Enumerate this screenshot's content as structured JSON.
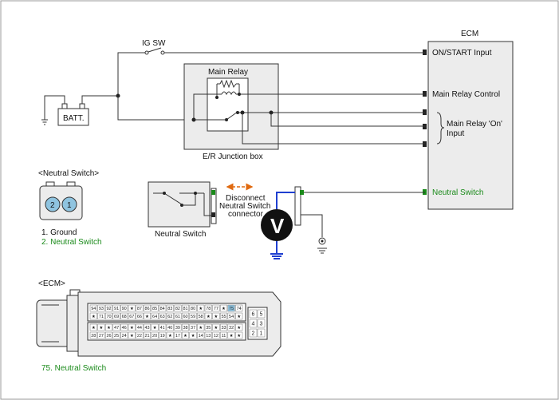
{
  "ecm_block": {
    "title": "ECM",
    "pins": [
      "ON/START Input",
      "Main Relay Control",
      "Main Relay 'On'",
      "Input",
      "Neutral Switch"
    ]
  },
  "ig_sw_label": "IG SW",
  "battery_label": "BATT.",
  "junction": {
    "relay_label": "Main Relay",
    "box_label": "E/R Junction box"
  },
  "neutral_switch_label": "Neutral Switch",
  "disconnect_label": [
    "Disconnect",
    "Neutral Switch",
    "connector"
  ],
  "voltmeter_symbol": "V",
  "neutral_connector": {
    "title": "<Neutral Switch>",
    "pin_numbers": [
      "2",
      "1"
    ],
    "legend": [
      "1. Ground",
      "2. Neutral Switch"
    ]
  },
  "ecm_connector": {
    "title": "<ECM>",
    "highlight_pin": "75",
    "legend": "75. Neutral Switch",
    "row1": [
      "94",
      "93",
      "92",
      "91",
      "90",
      "★",
      "87",
      "86",
      "85",
      "84",
      "83",
      "82",
      "81",
      "80",
      "★",
      "78",
      "77",
      "★",
      "75",
      "74"
    ],
    "row2": [
      "★",
      "71",
      "70",
      "69",
      "68",
      "67",
      "66",
      "★",
      "64",
      "63",
      "62",
      "61",
      "60",
      "59",
      "58",
      "★",
      "★",
      "55",
      "54",
      "★"
    ],
    "row3": [
      "★",
      "★",
      "★",
      "47",
      "46",
      "★",
      "44",
      "43",
      "★",
      "41",
      "40",
      "39",
      "38",
      "37",
      "★",
      "35",
      "★",
      "33",
      "32",
      "★"
    ],
    "row4": [
      "28",
      "27",
      "26",
      "25",
      "24",
      "★",
      "22",
      "21",
      "20",
      "19",
      "★",
      "17",
      "★",
      "★",
      "14",
      "13",
      "12",
      "11",
      "★",
      "★"
    ],
    "side": [
      "6",
      "5",
      "4",
      "3",
      "2",
      "1"
    ]
  },
  "colors": {
    "wire": "#333333",
    "green": "#1a8a1a",
    "blue": "#1f3fd0",
    "orange": "#e06a10",
    "box_fill": "#ececec",
    "highlight": "#8fc4e0"
  }
}
